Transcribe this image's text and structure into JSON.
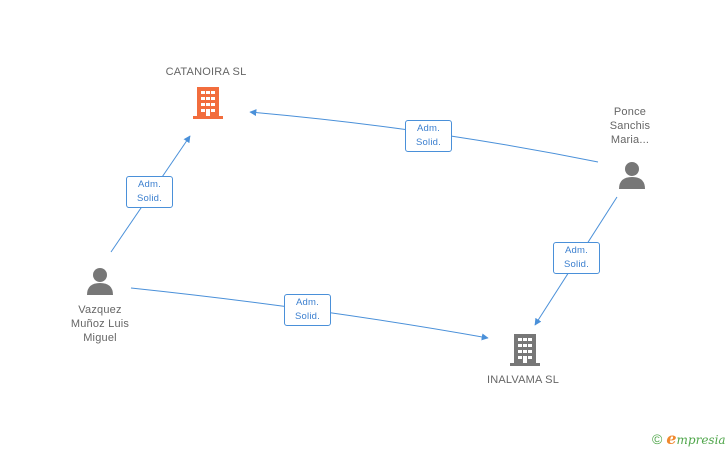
{
  "nodes": {
    "catanoira": {
      "label": "CATANOIRA SL",
      "type": "company",
      "color": "#f26d3d"
    },
    "inalvama": {
      "label": "INALVAMA SL",
      "type": "company",
      "color": "#777777"
    },
    "ponce": {
      "label_lines": [
        "Ponce",
        "Sanchis",
        "Maria..."
      ],
      "type": "person",
      "color": "#777777"
    },
    "vazquez": {
      "label_lines": [
        "Vazquez",
        "Muñoz Luis",
        "Miguel"
      ],
      "type": "person",
      "color": "#777777"
    }
  },
  "edges": [
    {
      "from": "vazquez",
      "to": "catanoira",
      "label_lines": [
        "Adm.",
        "Solid."
      ]
    },
    {
      "from": "ponce",
      "to": "catanoira",
      "label_lines": [
        "Adm.",
        "Solid."
      ]
    },
    {
      "from": "ponce",
      "to": "inalvama",
      "label_lines": [
        "Adm.",
        "Solid."
      ]
    },
    {
      "from": "vazquez",
      "to": "inalvama",
      "label_lines": [
        "Adm.",
        "Solid."
      ]
    }
  ],
  "colors": {
    "edge": "#4a90d9"
  },
  "brand": {
    "copyright": "©",
    "name_initial": "e",
    "name_rest": "mpresia"
  }
}
